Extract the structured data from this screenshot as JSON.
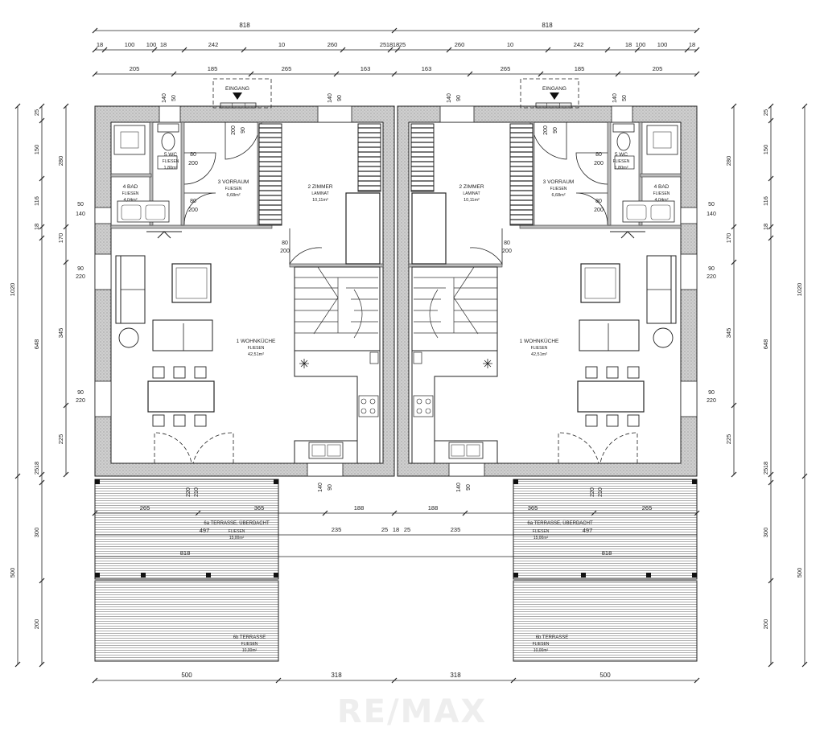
{
  "top_dims": {
    "row1": [
      "818",
      "818"
    ],
    "row2": [
      "18",
      "100",
      "100",
      "18",
      "242",
      "10",
      "260",
      "25",
      "18",
      "18",
      "25",
      "260",
      "10",
      "242",
      "18",
      "100",
      "100",
      "18"
    ],
    "row3": [
      "205",
      "185",
      "265",
      "163",
      "163",
      "265",
      "185",
      "205"
    ]
  },
  "left_dims": {
    "outer": [
      "1020",
      "500"
    ],
    "mid": [
      "25",
      "150",
      "116",
      "18",
      "648",
      "18",
      "25",
      "300",
      "200"
    ],
    "inner": [
      "280",
      "170",
      "345",
      "225"
    ]
  },
  "right_dims": {
    "outer": [
      "1020",
      "500"
    ],
    "mid": [
      "25",
      "150",
      "116",
      "18",
      "648",
      "18",
      "25",
      "300",
      "200"
    ],
    "inner": [
      "280",
      "170",
      "345",
      "225"
    ]
  },
  "bottom_dims": [
    "500",
    "318",
    "318",
    "500"
  ],
  "terrace_dims": {
    "upper": [
      "265",
      "365",
      "188",
      "188",
      "365",
      "265"
    ],
    "lower": [
      "235",
      "25",
      "18",
      "25",
      "235"
    ],
    "roof": [
      "818",
      "818"
    ],
    "mid": [
      "497",
      "497"
    ]
  },
  "openings": {
    "window_left_upper": [
      "90",
      "220"
    ],
    "window_left_lower": [
      "90",
      "220"
    ],
    "bath_left": [
      "50",
      "140"
    ],
    "bath_top": [
      "140",
      "50"
    ],
    "wc_door": [
      "80",
      "200"
    ],
    "bath_door": [
      "80",
      "200"
    ],
    "entry_door": [
      "200",
      "90"
    ],
    "zimmer_top": [
      "140",
      "90"
    ],
    "zimmer_door": [
      "80",
      "200"
    ],
    "kitchen_bottom": [
      "140",
      "90"
    ],
    "terrace_door": [
      "220",
      "210"
    ]
  },
  "entrance_label": "EINGANG",
  "rooms_left": [
    {
      "id": "wc",
      "name": "5  WC",
      "floor": "FLIESEN",
      "area": "1,80m²"
    },
    {
      "id": "bad",
      "name": "4  BAD",
      "floor": "FLIESEN",
      "area": "4,04m²"
    },
    {
      "id": "vorraum",
      "name": "3  VORRAUM",
      "floor": "FLIESEN",
      "area": "6,68m²"
    },
    {
      "id": "zimmer",
      "name": "2  ZIMMER",
      "floor": "LAMINAT",
      "area": "10,11m²"
    },
    {
      "id": "wohn",
      "name": "1  WOHNKÜCHE",
      "floor": "FLIESEN",
      "area": "42,51m²"
    },
    {
      "id": "terr_a",
      "name": "6a  TERRASSE, ÜBERDACHT",
      "floor": "FLIESEN",
      "area": "15,00m²"
    },
    {
      "id": "terr_b",
      "name": "6b  TERRASSE",
      "floor": "FLIESEN",
      "area": "10,00m²"
    }
  ],
  "rooms_right": [
    {
      "id": "wc",
      "name": "5  WC",
      "floor": "FLIESEN",
      "area": "1,80m²"
    },
    {
      "id": "bad",
      "name": "4  BAD",
      "floor": "FLIESEN",
      "area": "4,04m²"
    },
    {
      "id": "vorraum",
      "name": "3  VORRAUM",
      "floor": "FLIESEN",
      "area": "6,68m²"
    },
    {
      "id": "zimmer",
      "name": "2  ZIMMER",
      "floor": "LAMINAT",
      "area": "10,11m²"
    },
    {
      "id": "wohn",
      "name": "1  WOHNKÜCHE",
      "floor": "FLIESEN",
      "area": "42,51m²"
    },
    {
      "id": "terr_a",
      "name": "6a  TERRASSE, ÜBERDACHT",
      "floor": "FLIESEN",
      "area": "15,00m²"
    },
    {
      "id": "terr_b",
      "name": "6b  TERRASSE",
      "floor": "FLIESEN",
      "area": "10,00m²"
    }
  ],
  "watermark": "RE/MAX",
  "colors": {
    "line": "#1a1a1a",
    "wall": "#bdbdbd",
    "hatch": "#555555",
    "watermark": "#eeeeee"
  }
}
